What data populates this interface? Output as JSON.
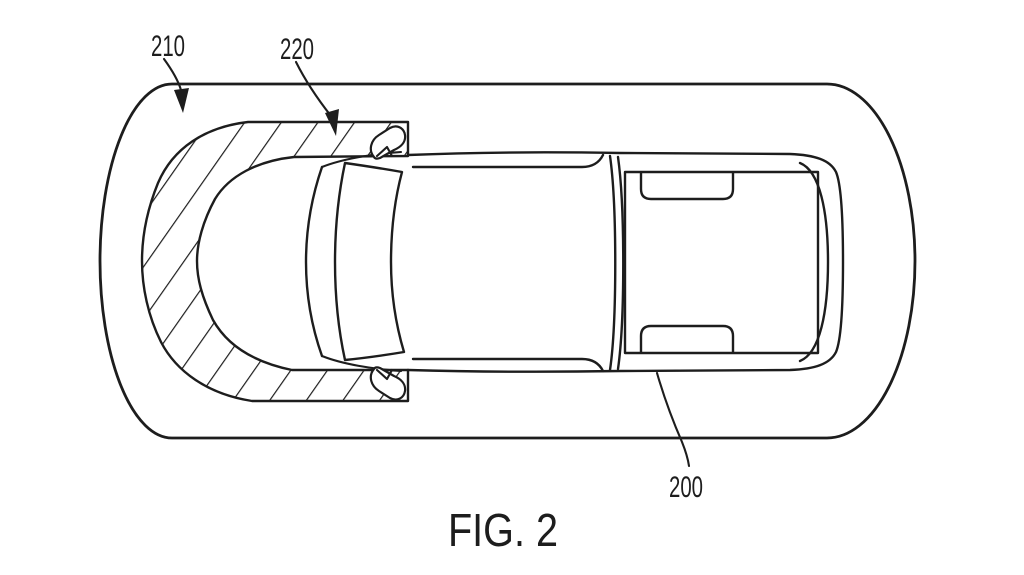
{
  "figure": {
    "caption": "FIG. 2",
    "reference_labels": {
      "enclosure": "210",
      "front_cover": "220",
      "vehicle": "200"
    },
    "colors": {
      "ink": "#1d1d1d",
      "background": "#ffffff"
    }
  }
}
